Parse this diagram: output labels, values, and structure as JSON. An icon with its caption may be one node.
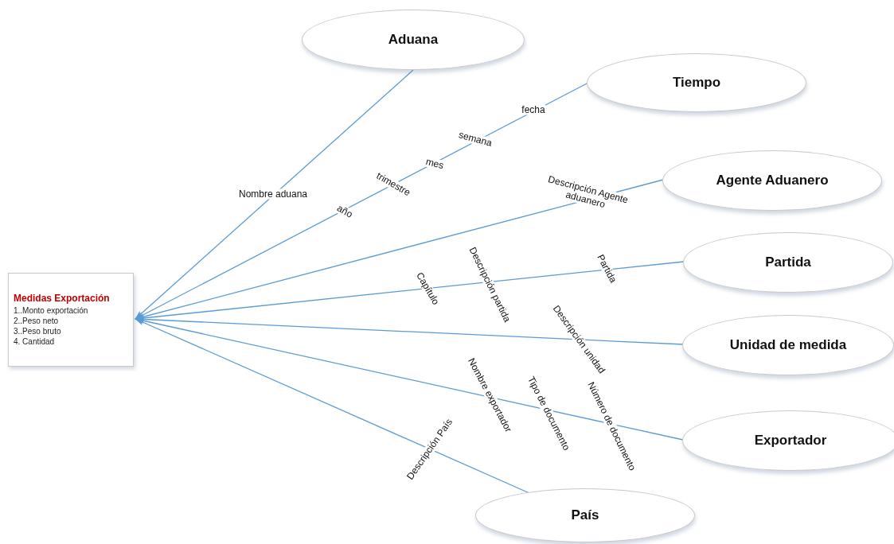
{
  "diagram": {
    "nodes": [
      {
        "text": [
          "Medidas Exportación",
          "1..Monto exportación",
          "2..Peso neto",
          "3..Peso bruto",
          "4. Cantidad"
        ]
      },
      {
        "text": [
          "Aduana"
        ]
      },
      {
        "text": [
          "Tiempo"
        ]
      },
      {
        "text": [
          "Agente Aduanero"
        ]
      },
      {
        "text": [
          "Partida"
        ]
      },
      {
        "text": [
          "Unidad de medida"
        ]
      },
      {
        "text": [
          "Exportador"
        ]
      },
      {
        "text": [
          "País"
        ]
      }
    ],
    "edges": [
      {
        "from": 1,
        "to": 0,
        "arrow": "to"
      },
      {
        "from": 2,
        "to": 0,
        "arrow": "to"
      },
      {
        "from": 3,
        "to": 0,
        "arrow": "to"
      },
      {
        "from": 4,
        "to": 0,
        "arrow": "to"
      },
      {
        "from": 5,
        "to": 0,
        "arrow": "to"
      },
      {
        "from": 6,
        "to": 0,
        "arrow": "to"
      },
      {
        "from": 7,
        "to": 0,
        "arrow": "to"
      }
    ],
    "labels": [
      "fecha",
      "semana",
      "mes",
      "trimestre",
      "Descripción Agente aduanero",
      "Nombre aduana",
      "año",
      "Partida",
      "Descripción partida",
      "Capítulo",
      "Descripción unidad",
      "Nombre exportador",
      "Tipo de documento",
      "Número de documento",
      "Descripción País"
    ]
  }
}
